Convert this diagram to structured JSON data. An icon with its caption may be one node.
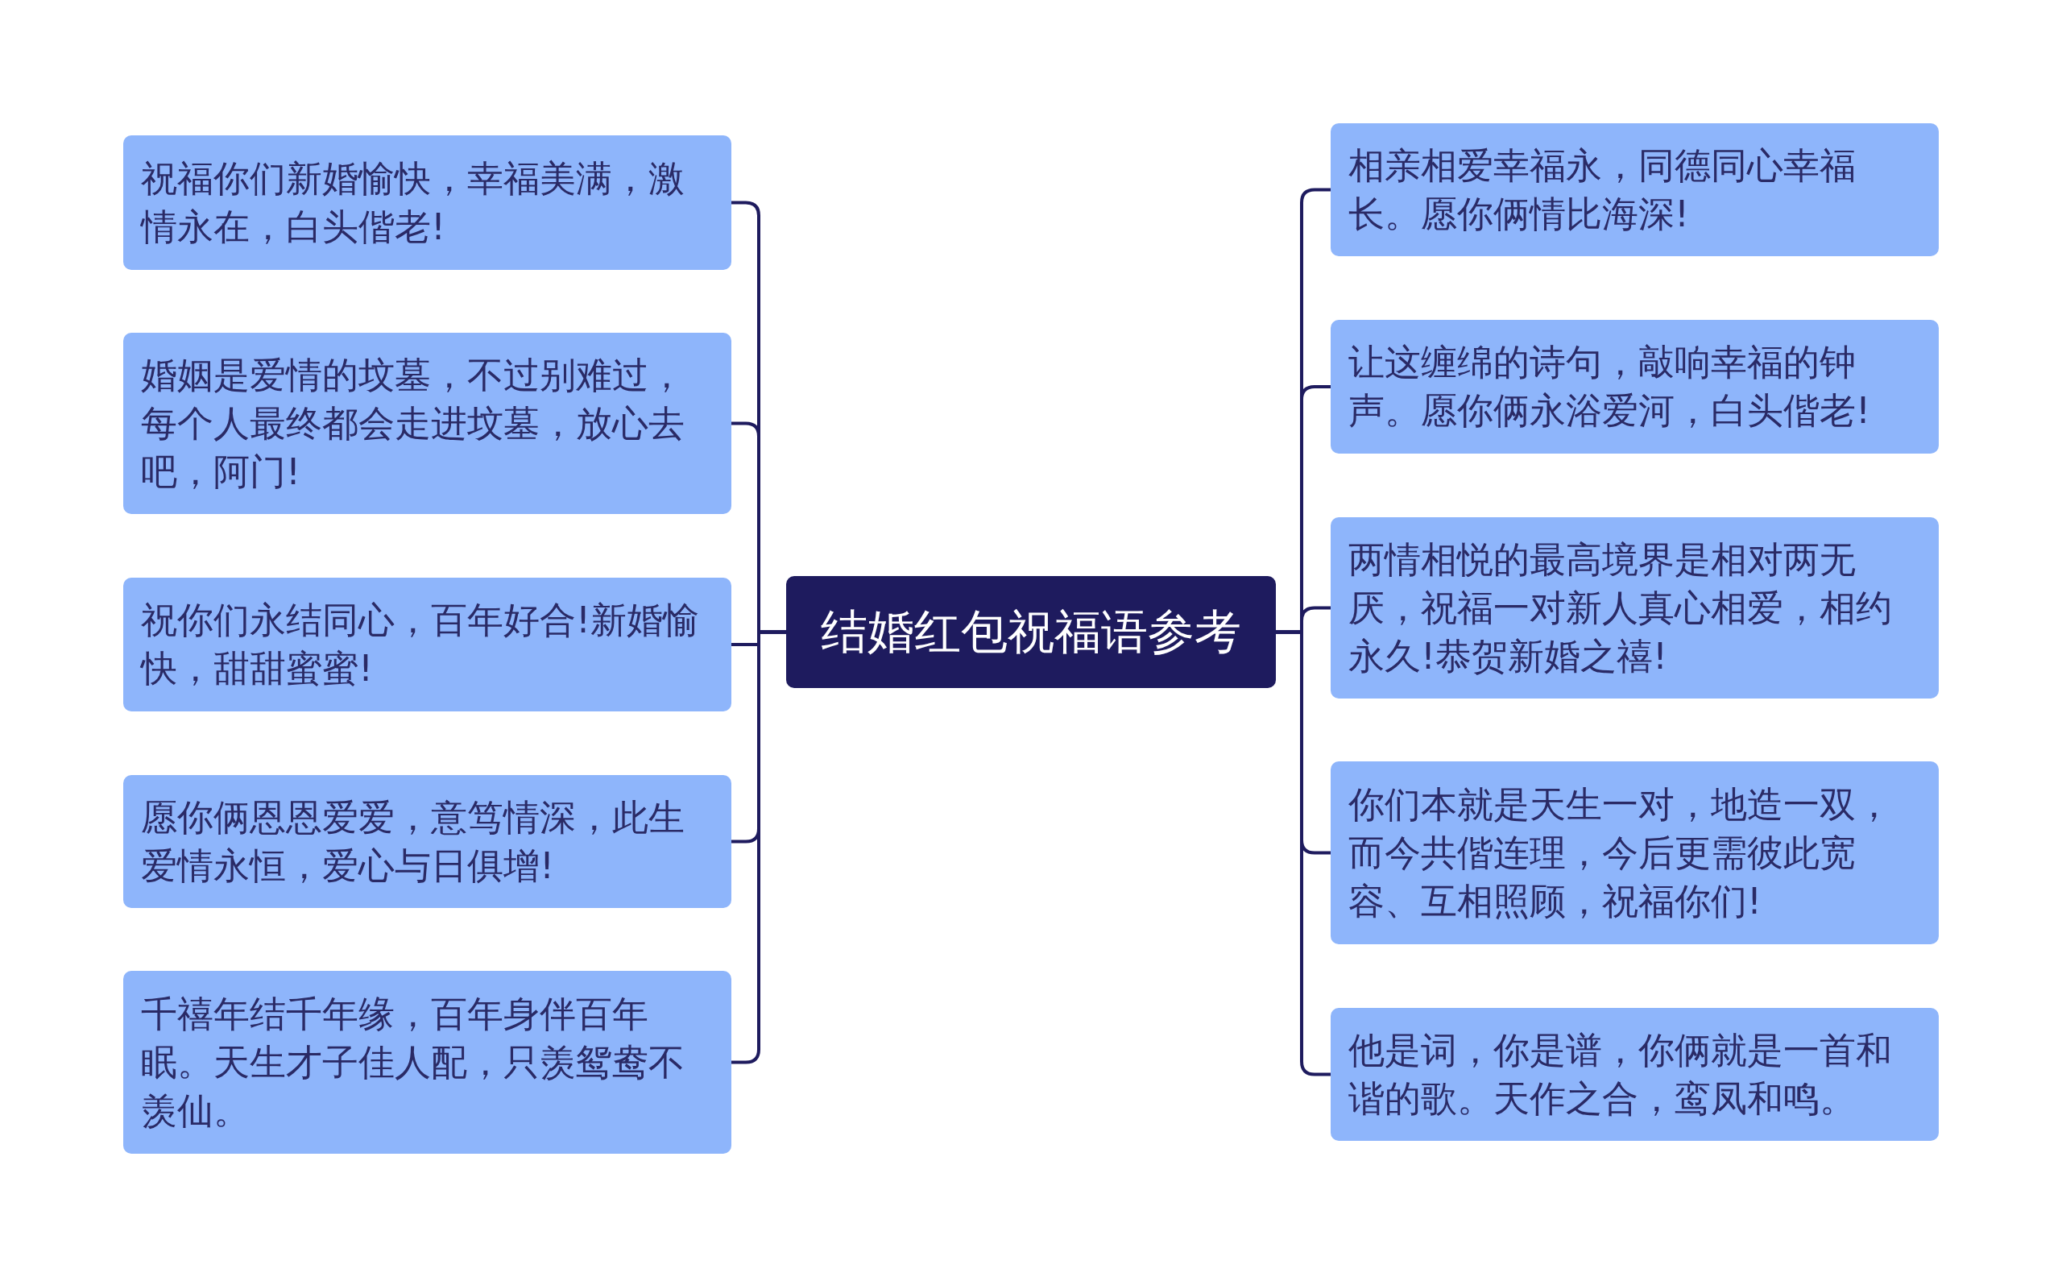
{
  "diagram": {
    "nodes": [
      {
        "text": [
          "结婚红包祝福语参考"
        ]
      },
      {
        "text": [
          "祝福你们新婚愉快，幸福美满，激情永在，白头偕老!"
        ]
      },
      {
        "text": [
          "婚姻是爱情的坟墓，不过别难过，每个人最终都会走进坟墓，放心去吧，阿门!"
        ]
      },
      {
        "text": [
          "祝你们永结同心，百年好合!新婚愉快，甜甜蜜蜜!"
        ]
      },
      {
        "text": [
          "愿你俩恩恩爱爱，意笃情深，此生爱情永恒，爱心与日俱增!"
        ]
      },
      {
        "text": [
          "千禧年结千年缘，百年身伴百年眠。天生才子佳人配，只羡鸳鸯不羡仙。"
        ]
      },
      {
        "text": [
          "相亲相爱幸福永，同德同心幸福长。愿你俩情比海深!"
        ]
      },
      {
        "text": [
          "让这缠绵的诗句，敲响幸福的钟声。愿你俩永浴爱河，白头偕老!"
        ]
      },
      {
        "text": [
          "两情相悦的最高境界是相对两无厌，祝福一对新人真心相爱，相约永久!恭贺新婚之禧!"
        ]
      },
      {
        "text": [
          "你们本就是天生一对，地造一双，而今共偕连理，今后更需彼此宽容、互相照顾，祝福你们!"
        ]
      },
      {
        "text": [
          "他是词，你是谱，你俩就是一首和谐的歌。天作之合，鸾凤和鸣。"
        ]
      }
    ],
    "edges": [
      {
        "from": 0,
        "to": 1,
        "arrow": "none"
      },
      {
        "from": 0,
        "to": 2,
        "arrow": "none"
      },
      {
        "from": 0,
        "to": 3,
        "arrow": "none"
      },
      {
        "from": 0,
        "to": 4,
        "arrow": "none"
      },
      {
        "from": 0,
        "to": 5,
        "arrow": "none"
      },
      {
        "from": 0,
        "to": 6,
        "arrow": "none"
      },
      {
        "from": 0,
        "to": 7,
        "arrow": "none"
      },
      {
        "from": 0,
        "to": 8,
        "arrow": "none"
      },
      {
        "from": 0,
        "to": 9,
        "arrow": "none"
      },
      {
        "from": 0,
        "to": 10,
        "arrow": "none"
      }
    ]
  }
}
